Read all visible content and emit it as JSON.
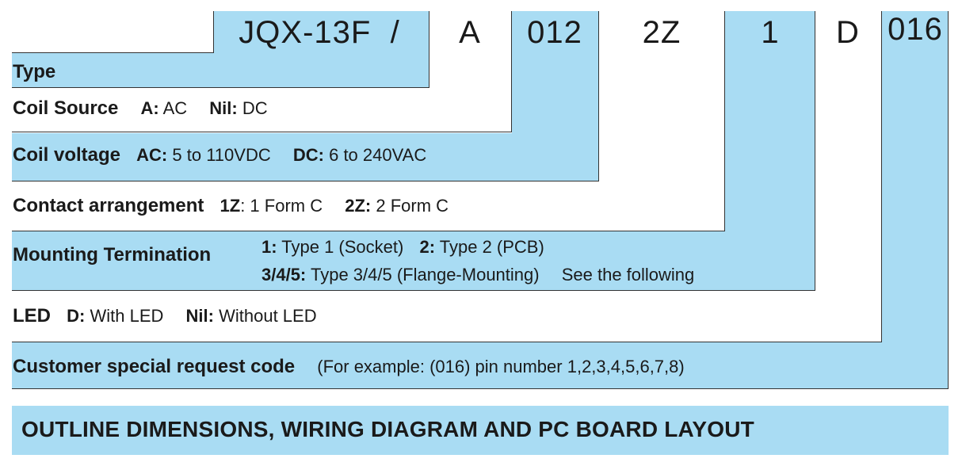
{
  "code": {
    "part1": "JQX-13F  /",
    "part2": "A",
    "part3": "012",
    "part4": "2Z",
    "part5": "1",
    "part6": "D",
    "part7": "016"
  },
  "rows": {
    "type": {
      "label": "Type"
    },
    "coil_source": {
      "label": "Coil Source",
      "opt1_key": "A:",
      "opt1_val": "AC",
      "opt2_key": "Nil:",
      "opt2_val": "DC"
    },
    "coil_voltage": {
      "label": "Coil voltage",
      "opt1_key": "AC:",
      "opt1_val": "5 to 110VDC",
      "opt2_key": "DC:",
      "opt2_val": "6 to 240VAC"
    },
    "contact": {
      "label": "Contact arrangement",
      "opt1_key": "1Z",
      "opt1_val": ": 1 Form C",
      "opt2_key": "2Z:",
      "opt2_val": "2 Form C"
    },
    "mounting": {
      "label": "Mounting Termination",
      "opt1_key": "1:",
      "opt1_val": "Type 1 (Socket)",
      "opt2_key": "2:",
      "opt2_val": "Type 2 (PCB)",
      "opt3_key": "3/4/5:",
      "opt3_val": "Type 3/4/5 (Flange-Mounting)",
      "note": "See the following"
    },
    "led": {
      "label": "LED",
      "opt1_key": "D:",
      "opt1_val": "With LED",
      "opt2_key": "Nil:",
      "opt2_val": "Without LED"
    },
    "customer": {
      "label": "Customer special request code",
      "note": "(For example: (016) pin number 1,2,3,4,5,6,7,8)"
    }
  },
  "section_title": "OUTLINE DIMENSIONS, WIRING DIAGRAM AND PC BOARD LAYOUT",
  "colors": {
    "accent_blue": "#a9dcf3",
    "text": "#1a1a1a",
    "rule": "#333333"
  }
}
